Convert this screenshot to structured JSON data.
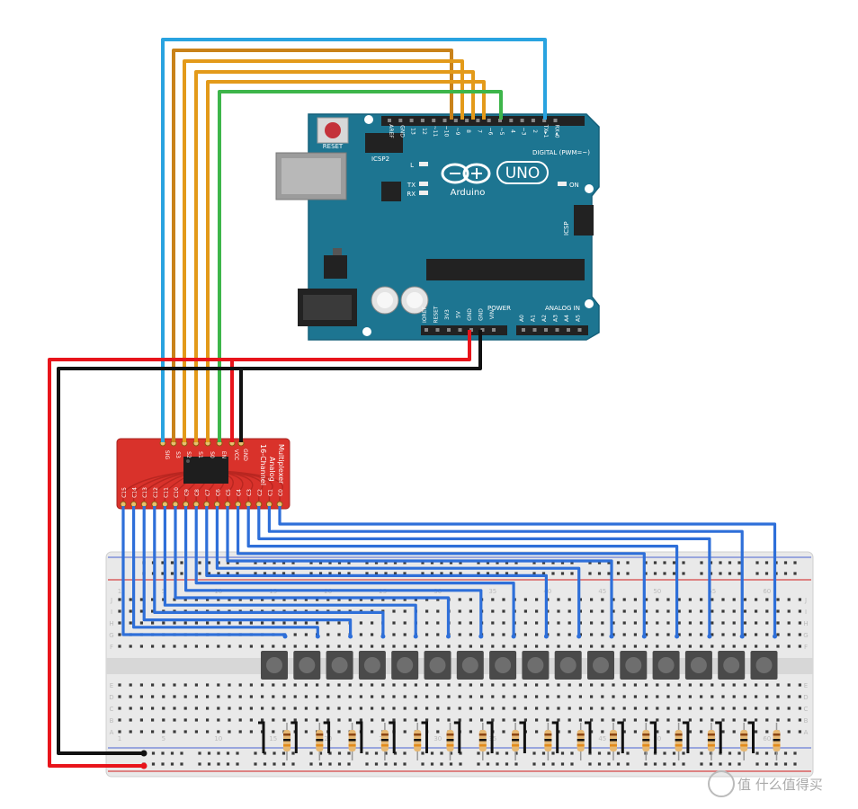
{
  "arduino": {
    "brand": "Arduino",
    "model": "UNO",
    "reset": "RESET",
    "icsp2": "ICSP2",
    "icsp": "ICSP",
    "on": "ON",
    "l": "L",
    "tx": "TX",
    "rx": "RX",
    "digital": "DIGITAL (PWM=~)",
    "power": "POWER",
    "analog": "ANALOG IN",
    "digital_pins": [
      "AREF",
      "GND",
      "13",
      "12",
      "~11",
      "~10",
      "~9",
      "8",
      "7",
      "~6",
      "~5",
      "4",
      "~3",
      "2",
      "TX▸1",
      "RX◂0"
    ],
    "power_pins": [
      "IOREF",
      "RESET",
      "3V3",
      "5V",
      "GND",
      "GND",
      "VIN"
    ],
    "analog_pins": [
      "A0",
      "A1",
      "A2",
      "A3",
      "A4",
      "A5"
    ]
  },
  "mux": {
    "title": "16-Channel",
    "subtitle": "Analog",
    "subtitle2": "Multiplexer",
    "top_pins": [
      "SIG",
      "S3",
      "S2",
      "S1",
      "S0",
      "EN",
      "VCC",
      "GND"
    ],
    "bottom_pins": [
      "C15",
      "C14",
      "C13",
      "C12",
      "C11",
      "C10",
      "C9",
      "C8",
      "C7",
      "C6",
      "C5",
      "C4",
      "C3",
      "C2",
      "C1",
      "C0"
    ]
  },
  "breadboard": {
    "row_letters": [
      "J",
      "I",
      "H",
      "G",
      "F",
      "E",
      "D",
      "C",
      "B",
      "A"
    ],
    "column_numbers": [
      "1",
      "5",
      "10",
      "15",
      "20",
      "25",
      "30",
      "35",
      "40",
      "45",
      "50",
      "55",
      "60"
    ]
  },
  "watermark": {
    "text": "值 什么值得买"
  },
  "colors": {
    "board": "#1d7591",
    "mux": "#d9322b",
    "wire_blue": "#2e6fd9",
    "wire_cyan": "#29a3e0",
    "wire_orange": "#e39a1a",
    "wire_green": "#3db54a",
    "wire_red": "#e8141b",
    "wire_black": "#111111"
  }
}
